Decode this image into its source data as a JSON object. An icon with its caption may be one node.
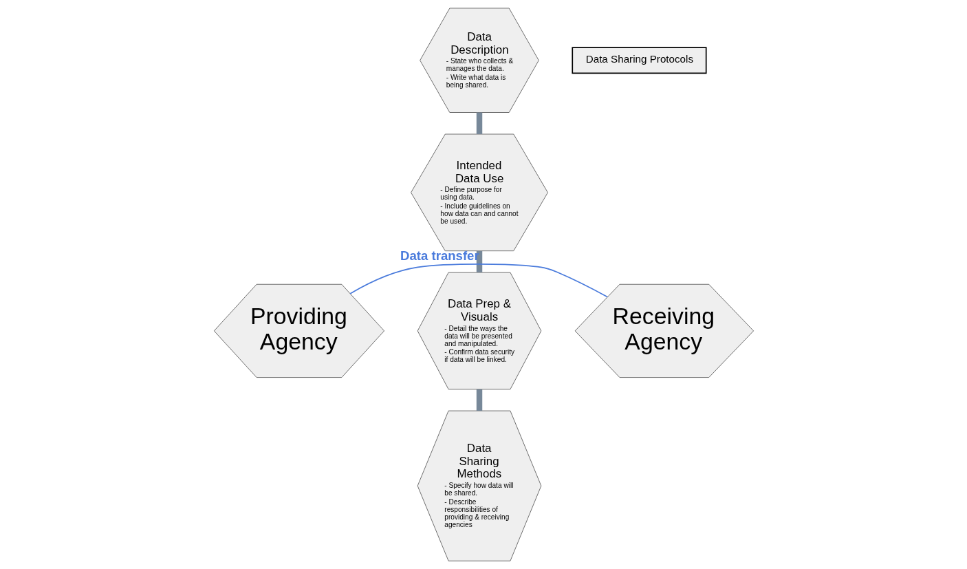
{
  "diagram": {
    "nodes": [
      {
        "text": [
          "Data Description",
          "- State who collects & manages the data.",
          "- Write what data is being shared."
        ]
      },
      {
        "text": [
          "Data Sharing Protocols"
        ]
      },
      {
        "text": [
          "Intended Data Use",
          "- Define purpose for using data.",
          "- Include guidelines on how data can and cannot be used."
        ]
      },
      {
        "text": [
          "Providing Agency"
        ]
      },
      {
        "text": [
          "Receiving Agency"
        ]
      },
      {
        "text": [
          "Data Prep & Visuals",
          "- Detail the ways the data will be presented and manipulated.",
          "- Confirm data security if data will be linked."
        ]
      },
      {
        "text": [
          "Data Sharing Methods",
          "- Specify how data will be shared.",
          "- Describe responsibilities of providing & receiving agencies"
        ]
      }
    ],
    "edges": [
      {
        "from": 0,
        "to": 2,
        "arrow": "none"
      },
      {
        "from": 2,
        "to": 5,
        "arrow": "none"
      },
      {
        "from": 5,
        "to": 6,
        "arrow": "none"
      },
      {
        "from": 3,
        "to": 4,
        "arrow": "none",
        "label": "Data transfer",
        "color": "#4a7bdc"
      }
    ]
  }
}
